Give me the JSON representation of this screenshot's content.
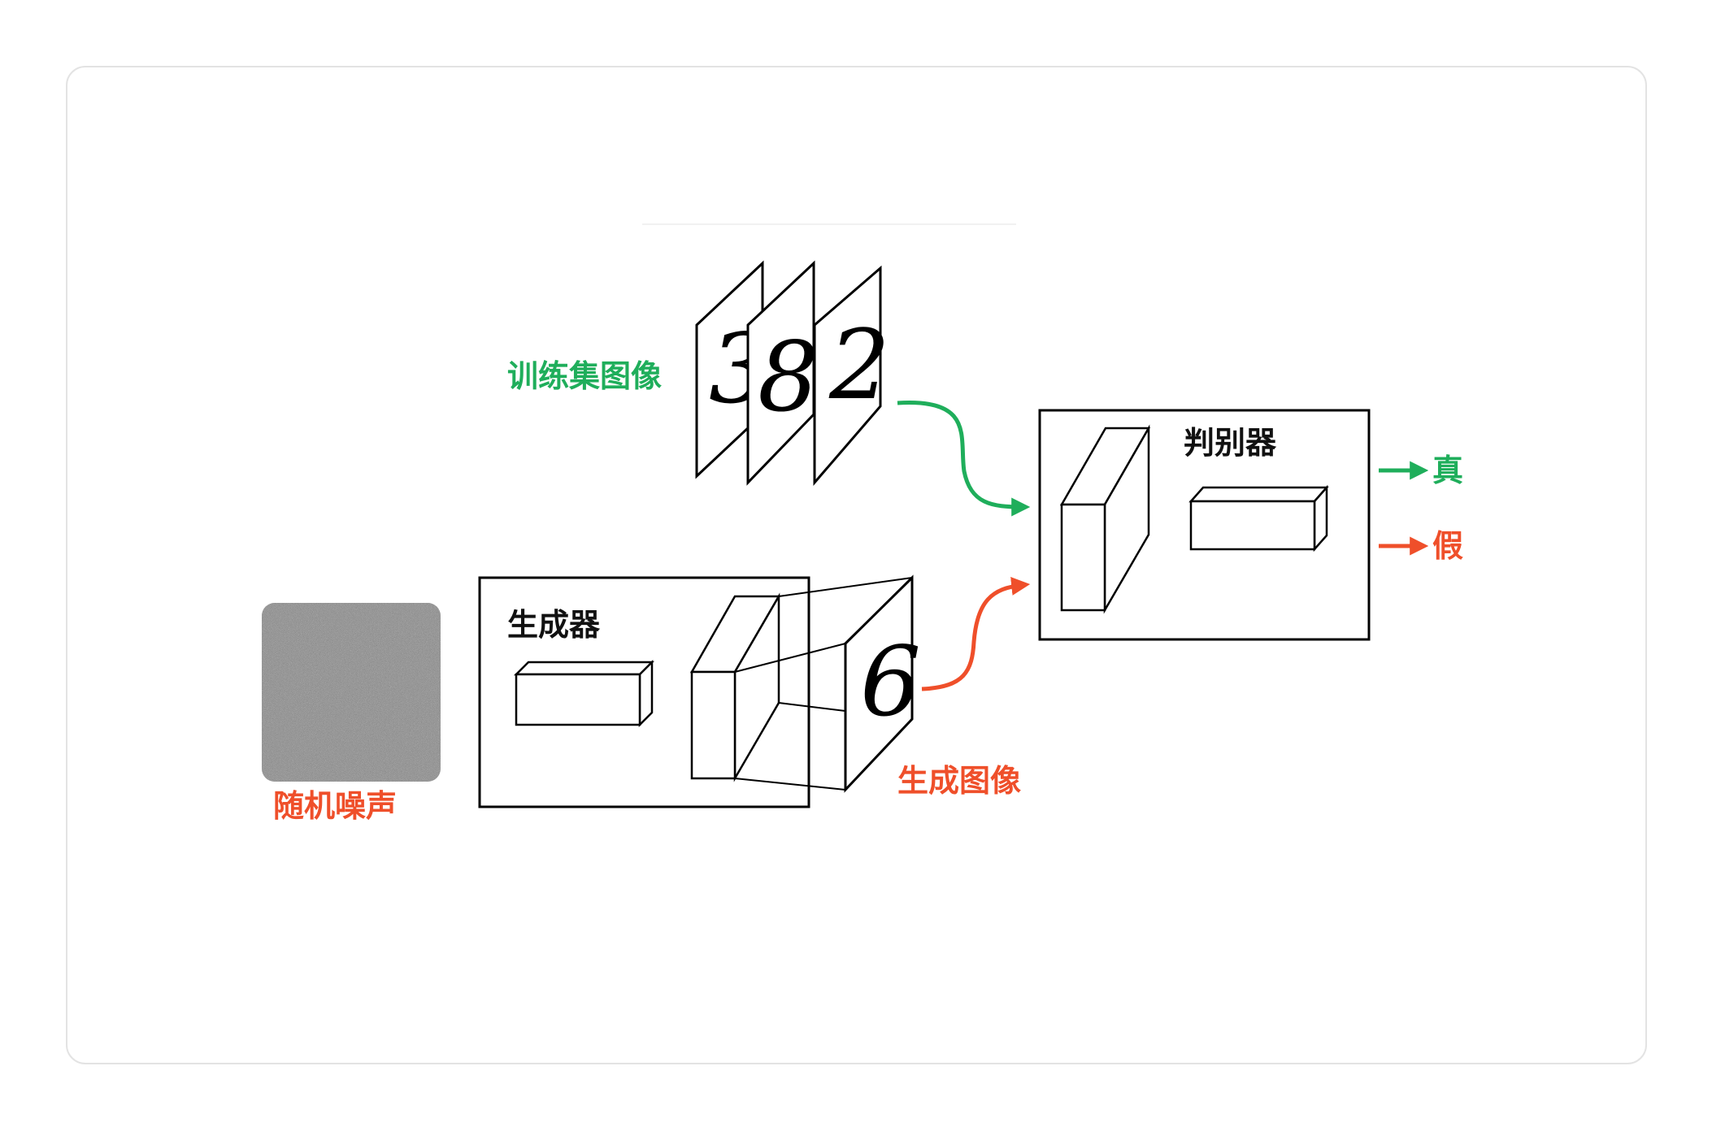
{
  "colors": {
    "green": "#1fae5b",
    "red": "#ef4f2a",
    "black": "#111111",
    "noise": "#777777"
  },
  "labels": {
    "training_images": "训练集图像",
    "random_noise": "随机噪声",
    "generator": "生成器",
    "generated_image": "生成图像",
    "discriminator": "判别器",
    "real": "真",
    "fake": "假"
  },
  "digits": {
    "train_1": "3",
    "train_2": "8",
    "train_3": "2",
    "generated": "6"
  }
}
